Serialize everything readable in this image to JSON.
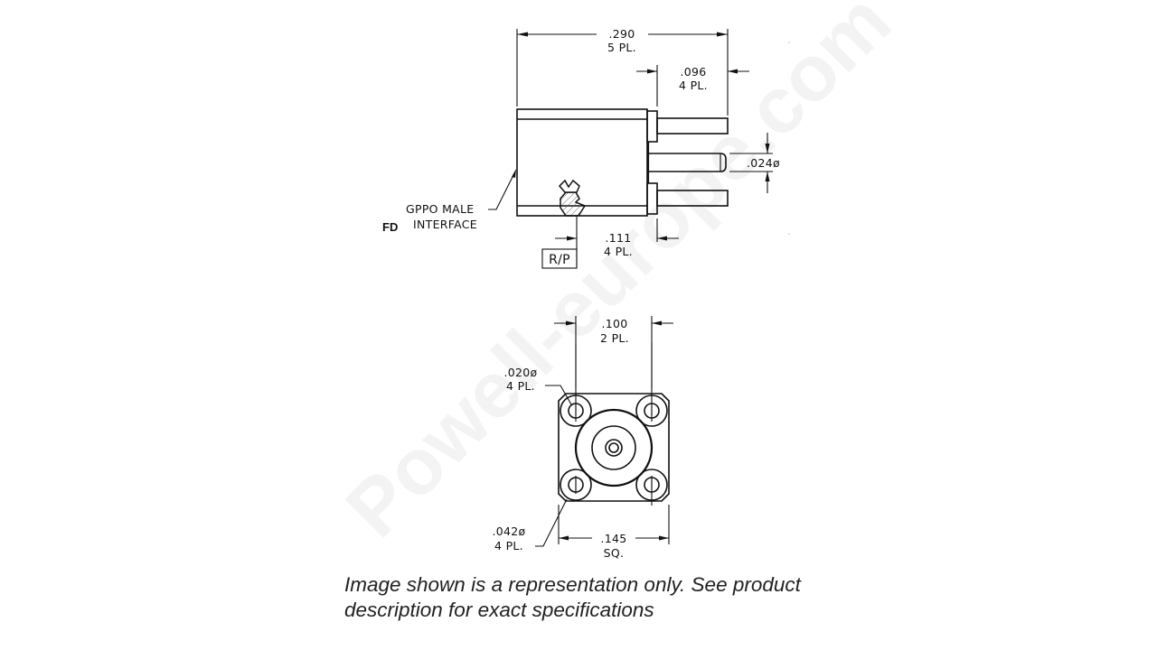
{
  "watermark": "Powell-europe.com",
  "side_view": {
    "overall_length": {
      "value": ".290",
      "qty": "5 PL."
    },
    "pin_length": {
      "value": ".096",
      "qty": "4 PL."
    },
    "pin_diameter": {
      "value": ".024ø"
    },
    "flange_offset": {
      "value": ".111",
      "qty": "4 PL."
    },
    "interface_label_line1": "GPPO MALE",
    "interface_label_line2": "INTERFACE",
    "interface_code": "FD",
    "reference_box": "R/P"
  },
  "front_view": {
    "pin_spacing": {
      "value": ".100",
      "qty": "2 PL."
    },
    "pin_hole_diameter": {
      "value": ".020ø",
      "qty": "4 PL."
    },
    "boss_diameter": {
      "value": ".042ø",
      "qty": "4 PL."
    },
    "body_size": {
      "value": ".145",
      "qty": "SQ."
    }
  },
  "caption": "Image shown is a representation only. See product description for exact specifications"
}
